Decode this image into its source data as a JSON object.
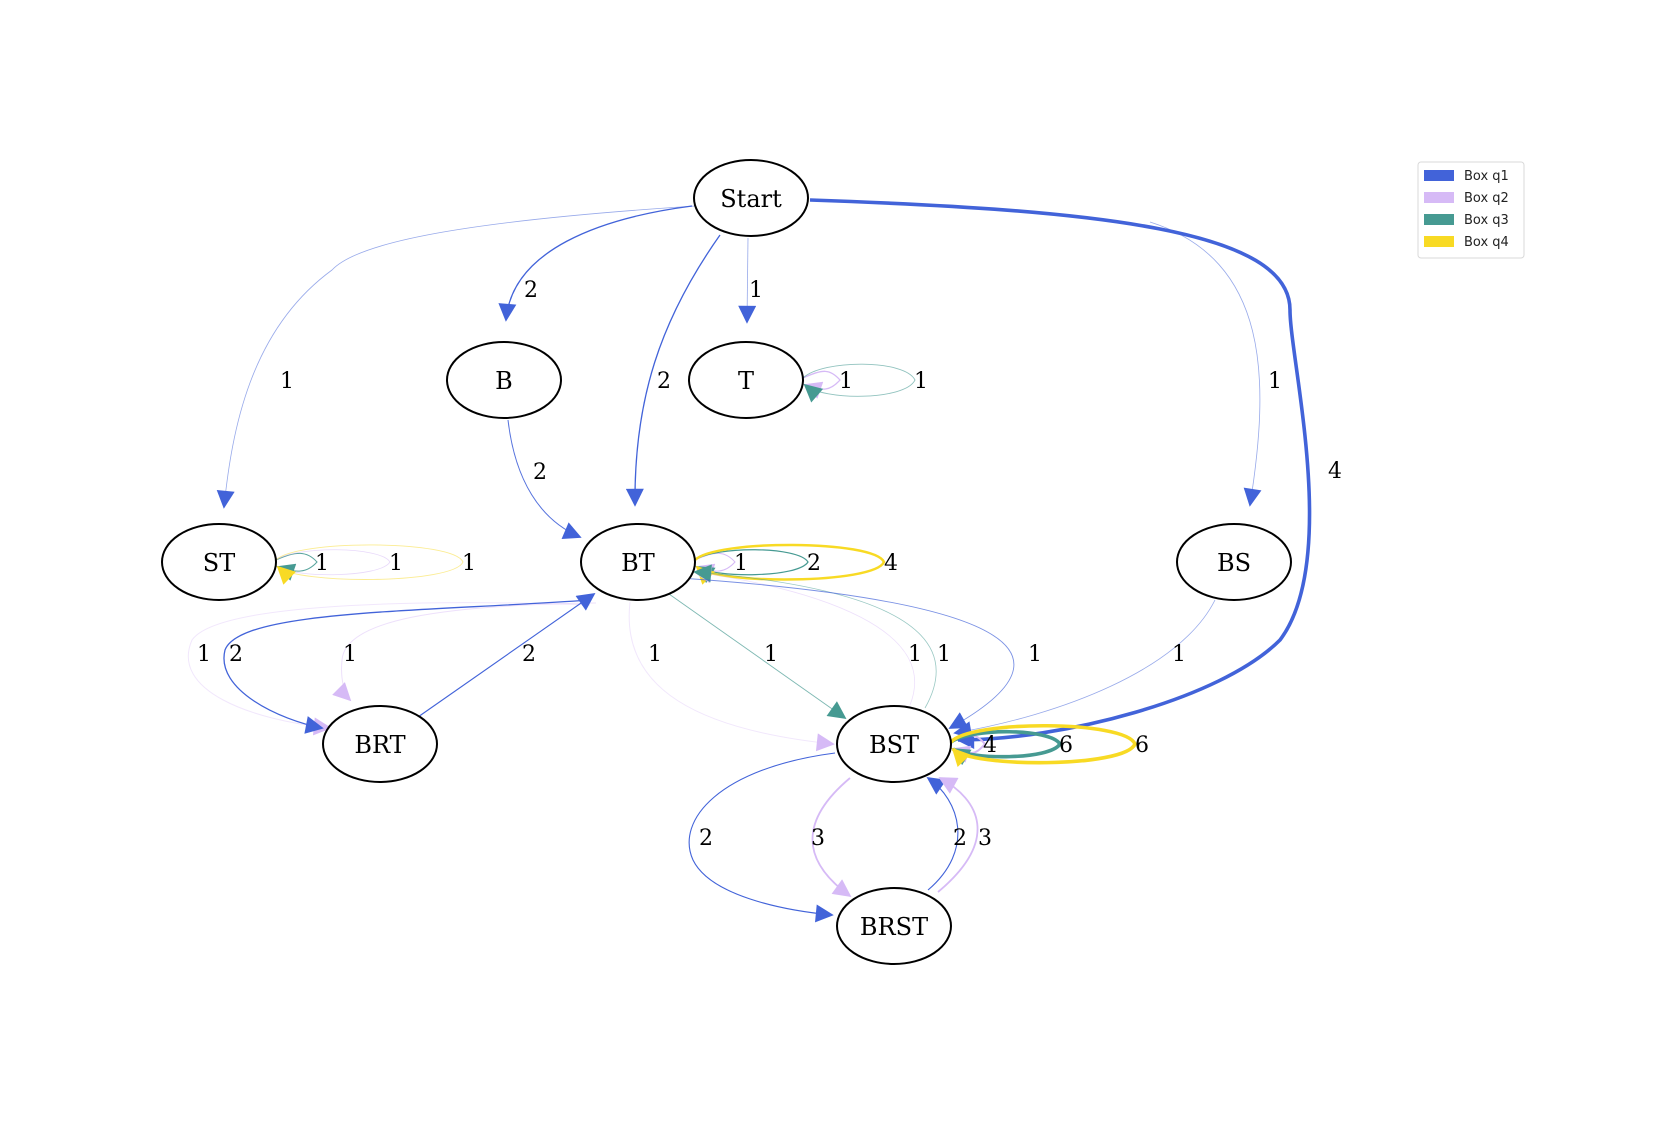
{
  "colors": {
    "q1": "#4263d9",
    "q2": "#d6baf6",
    "q3": "#469a92",
    "q4": "#f8da24"
  },
  "nodes": [
    {
      "id": "start",
      "label": "Start"
    },
    {
      "id": "b",
      "label": "B"
    },
    {
      "id": "t",
      "label": "T"
    },
    {
      "id": "st",
      "label": "ST"
    },
    {
      "id": "bt",
      "label": "BT"
    },
    {
      "id": "bs",
      "label": "BS"
    },
    {
      "id": "brt",
      "label": "BRT"
    },
    {
      "id": "bst",
      "label": "BST"
    },
    {
      "id": "brst",
      "label": "BRST"
    }
  ],
  "edges": [
    {
      "id": "start-b",
      "from": "Start",
      "to": "B",
      "series": "q1",
      "label": "2"
    },
    {
      "id": "start-t",
      "from": "Start",
      "to": "T",
      "series": "q1",
      "label": "1"
    },
    {
      "id": "start-st",
      "from": "Start",
      "to": "ST",
      "series": "q1",
      "label": "1"
    },
    {
      "id": "start-bt",
      "from": "Start",
      "to": "BT",
      "series": "q1",
      "label": "2"
    },
    {
      "id": "start-bs",
      "from": "Start",
      "to": "BS",
      "series": "q1",
      "label": "1"
    },
    {
      "id": "start-bst",
      "from": "Start",
      "to": "BST",
      "series": "q1",
      "label": "4"
    },
    {
      "id": "b-bt",
      "from": "B",
      "to": "BT",
      "series": "q1",
      "label": "2"
    },
    {
      "id": "t-loop-q2",
      "from": "T",
      "to": "T",
      "series": "q2",
      "label": "1"
    },
    {
      "id": "t-loop-q3",
      "from": "T",
      "to": "T",
      "series": "q3",
      "label": "1"
    },
    {
      "id": "st-loop-q3",
      "from": "ST",
      "to": "ST",
      "series": "q3",
      "label": "1"
    },
    {
      "id": "st-loop-q2",
      "from": "ST",
      "to": "ST",
      "series": "q2",
      "label": "1"
    },
    {
      "id": "st-loop-q4",
      "from": "ST",
      "to": "ST",
      "series": "q4",
      "label": "1"
    },
    {
      "id": "bt-loop-q2",
      "from": "BT",
      "to": "BT",
      "series": "q2",
      "label": "1"
    },
    {
      "id": "bt-loop-q3",
      "from": "BT",
      "to": "BT",
      "series": "q3",
      "label": "2"
    },
    {
      "id": "bt-loop-q4",
      "from": "BT",
      "to": "BT",
      "series": "q4",
      "label": "4"
    },
    {
      "id": "bt-brt-q2-outer",
      "from": "BT",
      "to": "BRT",
      "series": "q2",
      "label": "1"
    },
    {
      "id": "bt-brt-q1",
      "from": "BT",
      "to": "BRT",
      "series": "q1",
      "label": "2"
    },
    {
      "id": "bt-brt-q2-inner",
      "from": "BT",
      "to": "BRT",
      "series": "q2",
      "label": "1"
    },
    {
      "id": "brt-bt",
      "from": "BRT",
      "to": "BT",
      "series": "q1",
      "label": "2"
    },
    {
      "id": "bt-bst-q2",
      "from": "BT",
      "to": "BST",
      "series": "q2",
      "label": "1"
    },
    {
      "id": "bt-bst-q3",
      "from": "BT",
      "to": "BST",
      "series": "q3",
      "label": "1"
    },
    {
      "id": "bst-bt-q2",
      "from": "BST",
      "to": "BT",
      "series": "q2",
      "label": "1"
    },
    {
      "id": "bst-bt-q3",
      "from": "BST",
      "to": "BT",
      "series": "q3",
      "label": "1"
    },
    {
      "id": "bt-bst-q1",
      "from": "BT",
      "to": "BST",
      "series": "q1",
      "label": "1"
    },
    {
      "id": "bs-bst",
      "from": "BS",
      "to": "BST",
      "series": "q1",
      "label": "1"
    },
    {
      "id": "bst-loop-q2",
      "from": "BST",
      "to": "BST",
      "series": "q2",
      "label": "4"
    },
    {
      "id": "bst-loop-q3",
      "from": "BST",
      "to": "BST",
      "series": "q3",
      "label": "6"
    },
    {
      "id": "bst-loop-q4",
      "from": "BST",
      "to": "BST",
      "series": "q4",
      "label": "6"
    },
    {
      "id": "bst-brst-q1",
      "from": "BST",
      "to": "BRST",
      "series": "q1",
      "label": "2"
    },
    {
      "id": "bst-brst-q2",
      "from": "BST",
      "to": "BRST",
      "series": "q2",
      "label": "3"
    },
    {
      "id": "brst-bst-q1",
      "from": "BRST",
      "to": "BST",
      "series": "q1",
      "label": "2"
    },
    {
      "id": "brst-bst-q2",
      "from": "BRST",
      "to": "BST",
      "series": "q2",
      "label": "3"
    }
  ],
  "legend": {
    "position": "top-right",
    "items": [
      {
        "series": "q1",
        "label": "Box q1"
      },
      {
        "series": "q2",
        "label": "Box q2"
      },
      {
        "series": "q3",
        "label": "Box q3"
      },
      {
        "series": "q4",
        "label": "Box q4"
      }
    ]
  }
}
